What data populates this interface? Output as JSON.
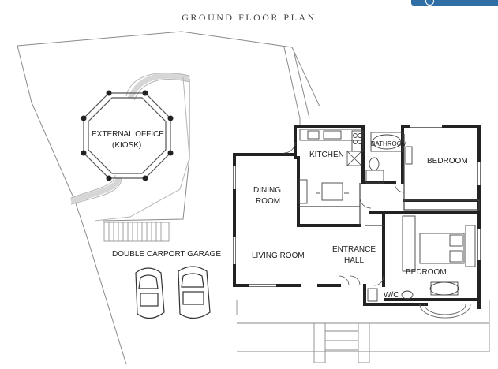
{
  "title": "GROUND FLOOR PLAN",
  "rooms": {
    "external_office": "EXTERNAL OFFICE",
    "kiosk": "(KIOSK)",
    "kitchen": "KITCHEN",
    "bathroom": "BATHROOM",
    "bedroom_1": "BEDROOM",
    "dining": "DINING",
    "dining_2": "ROOM",
    "living": "LIVING ROOM",
    "entrance": "ENTRANCE",
    "entrance_2": "HALL",
    "bedroom_2": "BEDROOM",
    "wc": "W/C",
    "carport": "DOUBLE CARPORT GARAGE"
  },
  "colors": {
    "wall": "#222222",
    "line": "#8a8a8a",
    "light": "#cfcfcf",
    "path": "#d9d9d9",
    "badge": "#2f6fa6"
  }
}
